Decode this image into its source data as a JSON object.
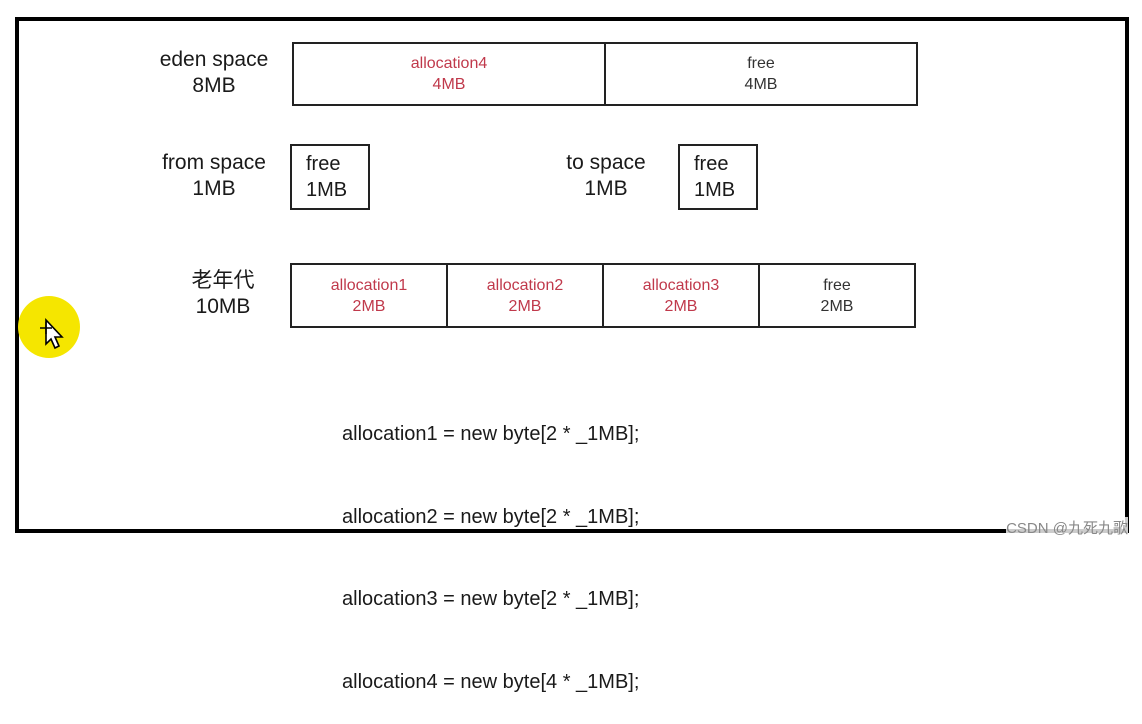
{
  "eden": {
    "name": "eden space",
    "size": "8MB",
    "cells": [
      {
        "name": "allocation4",
        "size": "4MB",
        "kind": "alloc"
      },
      {
        "name": "free",
        "size": "4MB",
        "kind": "free"
      }
    ]
  },
  "from": {
    "name": "from space",
    "size": "1MB",
    "cell_name": "free",
    "cell_size": "1MB"
  },
  "to": {
    "name": "to space",
    "size": "1MB",
    "cell_name": "free",
    "cell_size": "1MB"
  },
  "old": {
    "name": "老年代",
    "size": "10MB",
    "cells": [
      {
        "name": "allocation1",
        "size": "2MB",
        "kind": "alloc"
      },
      {
        "name": "allocation2",
        "size": "2MB",
        "kind": "alloc"
      },
      {
        "name": "allocation3",
        "size": "2MB",
        "kind": "alloc"
      },
      {
        "name": "free",
        "size": "2MB",
        "kind": "free"
      }
    ]
  },
  "code_lines": [
    "allocation1 = new byte[2 * _1MB];",
    "allocation2 = new byte[2 * _1MB];",
    "allocation3 = new byte[2 * _1MB];",
    "allocation4 = new byte[4 * _1MB];"
  ],
  "watermark": "CSDN @九死九歌",
  "colors": {
    "alloc": "#c0394b",
    "highlight": "#f5e600"
  },
  "cursor_icon": "move-cursor-icon"
}
